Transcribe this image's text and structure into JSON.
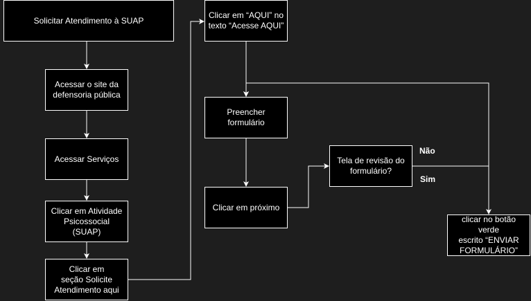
{
  "diagram": {
    "background": "#1e1e1e",
    "node_fill": "#000000",
    "stroke": "#ffffff",
    "nodes": {
      "start": "Solicitar Atendimento à SUAP",
      "site": "Acessar o site da\ndefensoria pública",
      "servicos": "Acessar Serviços",
      "atividade": "Clicar em Atividade\nPsicossocial (SUAP)",
      "secao": "Clicar em\nseção Solicite\nAtendimento aqui",
      "aqui": "Clicar em “AQUI” no\ntexto “Acesse AQUI”",
      "formulario": "Preencher formulário",
      "proximo": "Clicar em próximo",
      "revisao": "Tela de revisão do\nformulário?",
      "enviar": "clicar no botão verde\nescrito “ENVIAR\nFORMULÁRIO”"
    },
    "edge_labels": {
      "no": "Não",
      "yes": "Sim"
    }
  }
}
